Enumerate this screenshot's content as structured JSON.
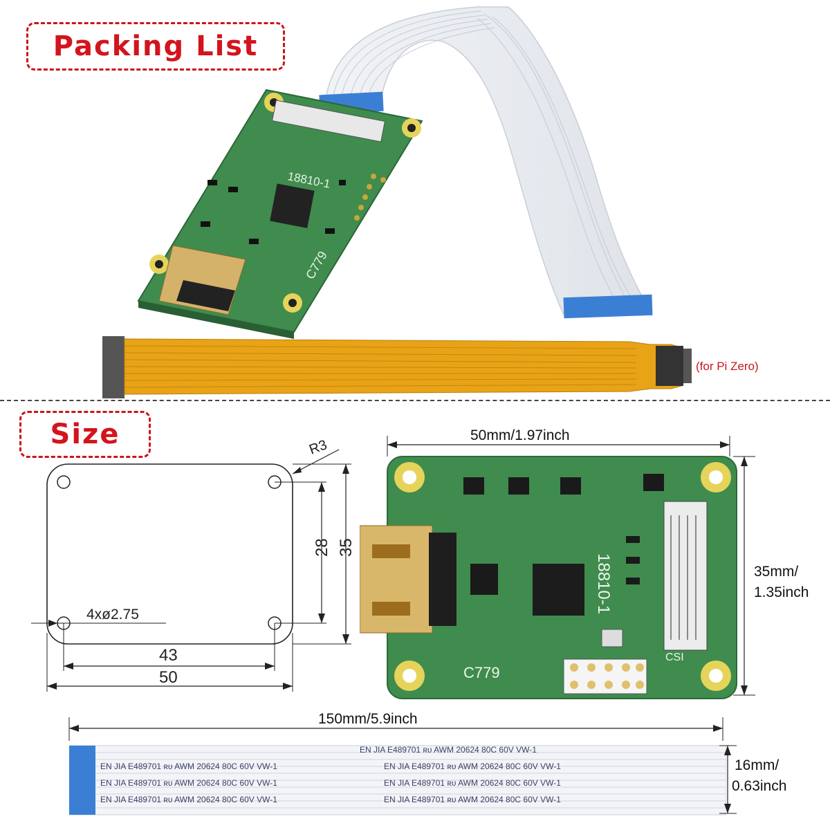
{
  "section_packing": {
    "title": "Packing List"
  },
  "section_size": {
    "title": "Size"
  },
  "notes": {
    "pi_zero": "(for Pi Zero)"
  },
  "drawing": {
    "radius": "R3",
    "height_inner": "28",
    "height_outer": "35",
    "holes": "4xø2.75",
    "width_inner": "43",
    "width_outer": "50"
  },
  "board": {
    "model": "18810-1",
    "code": "C779",
    "csi_label": "CSI",
    "width_label": "50mm/1.97inch",
    "height_label_1": "35mm/",
    "height_label_2": "1.35inch"
  },
  "cable": {
    "length_label": "150mm/5.9inch",
    "width_label_1": "16mm/",
    "width_label_2": "0.63inch",
    "print_text": "EN JIA E489701   ʀᴜ  AWM   20624   80C   60V   VW-1"
  },
  "colors": {
    "accent_red": "#d3141c",
    "pcb_green": "#3f8c4e",
    "flex_gold": "#e8a317",
    "cable_blue": "#3b7fd4"
  }
}
